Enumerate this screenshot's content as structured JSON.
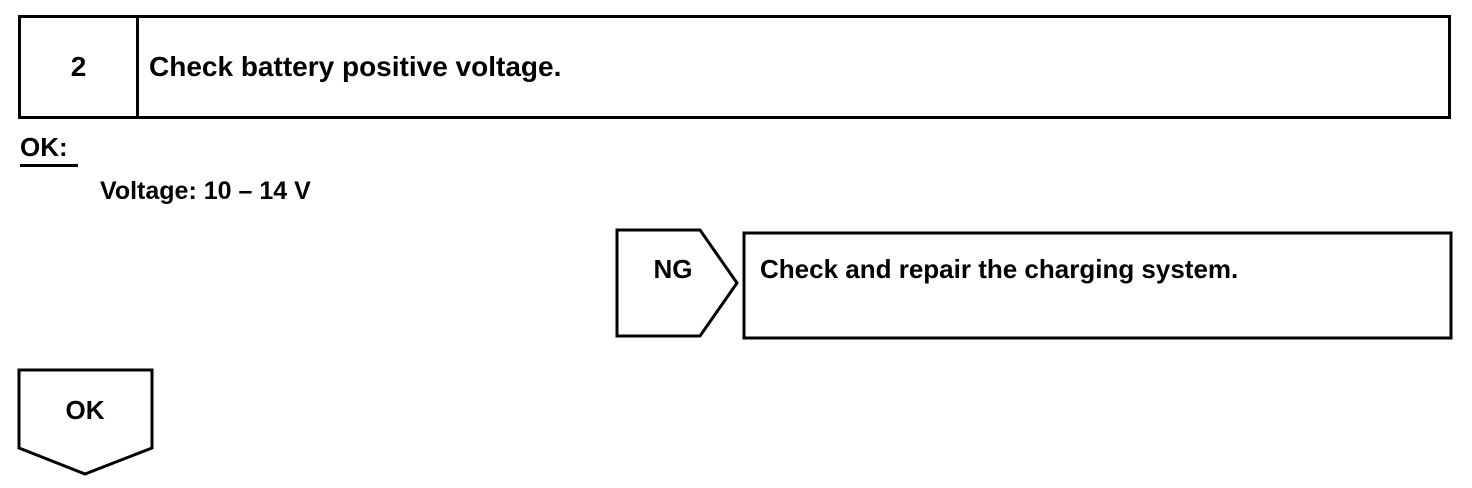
{
  "step": {
    "number": "2",
    "title": "Check battery positive voltage."
  },
  "spec": {
    "ok_label": "OK:",
    "voltage_line": "Voltage: 10 – 14 V"
  },
  "ng_branch": {
    "label": "NG",
    "action": "Check and repair the charging system."
  },
  "ok_branch": {
    "label": "OK"
  }
}
